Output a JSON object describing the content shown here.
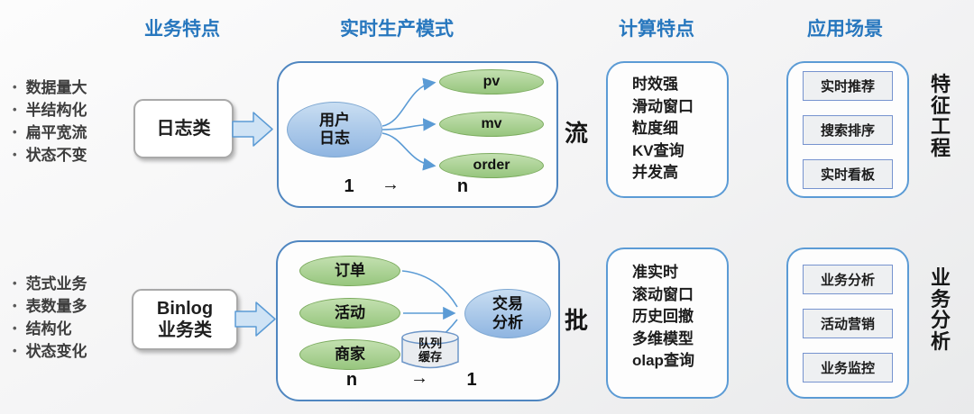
{
  "headers": {
    "business": "业务特点",
    "production": "实时生产模式",
    "compute": "计算特点",
    "scenario": "应用场景"
  },
  "stream_row": {
    "bullets": [
      "数据量大",
      "半结构化",
      "扁平宽流",
      "状态不变"
    ],
    "source_line1": "日志类",
    "source_line2": "",
    "input_line1": "用户",
    "input_line2": "日志",
    "outputs": [
      "pv",
      "mv",
      "order"
    ],
    "card_left": "1",
    "card_mid": "→",
    "card_right": "n",
    "mode": "流",
    "compute": [
      "时效强",
      "滑动窗口",
      "粒度细",
      "KV查询",
      "并发高"
    ],
    "scenarios": [
      "实时推荐",
      "搜索排序",
      "实时看板"
    ],
    "category": "特征工程"
  },
  "batch_row": {
    "bullets": [
      "范式业务",
      "表数量多",
      "结构化",
      "状态变化"
    ],
    "source_line1": "Binlog",
    "source_line2": "业务类",
    "inputs": [
      "订单",
      "活动",
      "商家"
    ],
    "buffer_line1": "队列",
    "buffer_line2": "缓存",
    "output_line1": "交易",
    "output_line2": "分析",
    "card_left": "n",
    "card_mid": "→",
    "card_right": "1",
    "mode": "批",
    "compute": [
      "准实时",
      "滚动窗口",
      "历史回撤",
      "多维模型",
      "olap查询"
    ],
    "scenarios": [
      "业务分析",
      "活动营销",
      "业务监控"
    ],
    "category": "业务分析"
  },
  "colors": {
    "accent_blue": "#2777be",
    "line_blue": "#5b9bd5",
    "container_border": "#4f86c0",
    "green_node": "#9cc983",
    "blue_node": "#8fb5e1"
  }
}
